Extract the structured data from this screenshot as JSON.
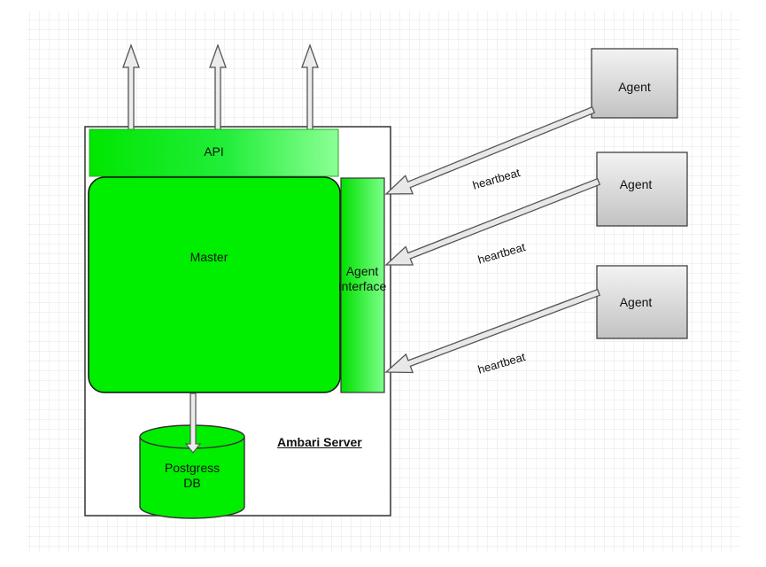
{
  "diagram": {
    "api_label": "API",
    "master_label": "Master",
    "agent_interface_label": [
      "Agent",
      "Interface"
    ],
    "db_label": [
      "Postgress",
      "DB"
    ],
    "server_label": "Ambari Server",
    "agents": [
      {
        "label": "Agent",
        "edge_label": "heartbeat"
      },
      {
        "label": "Agent",
        "edge_label": "heartbeat"
      },
      {
        "label": "Agent",
        "edge_label": "heartbeat"
      }
    ]
  },
  "colors": {
    "green": "#00ee00",
    "green_light": "#7dff8a",
    "agent_fill_top": "#f2f2f2",
    "agent_fill_bottom": "#c4c4c4",
    "arrow_fill": "#e8e8e8",
    "grid": "#e3e3e3"
  }
}
